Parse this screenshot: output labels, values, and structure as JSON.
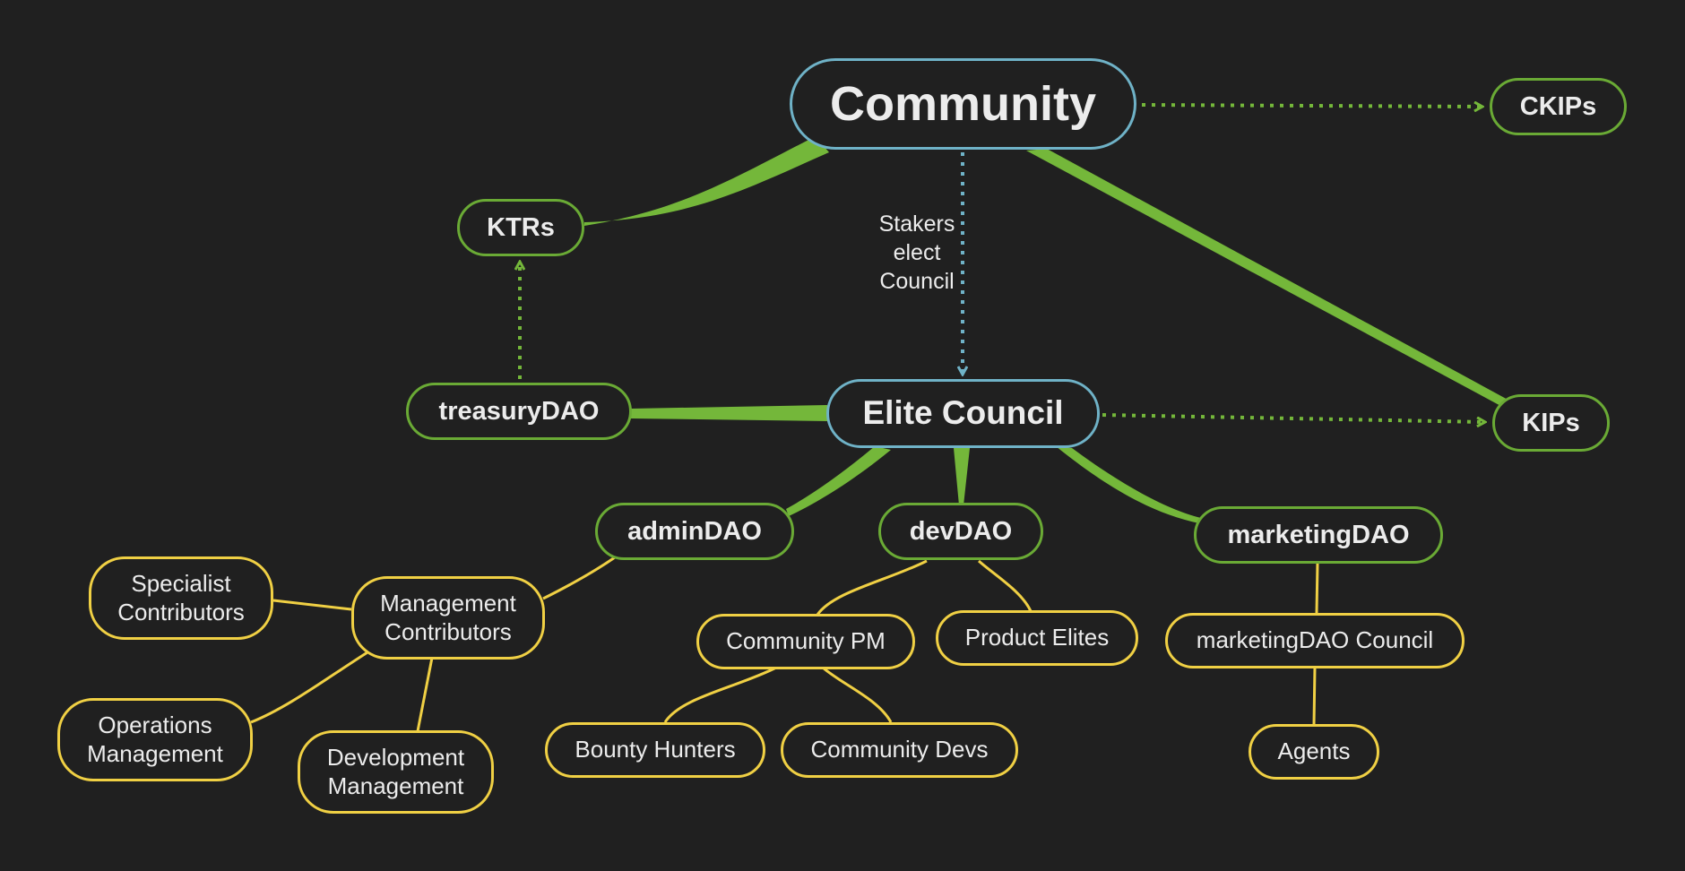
{
  "colors": {
    "background": "#202020",
    "governance_edge": "#74b73a",
    "election_edge": "#6fb2c7",
    "team_edge": "#f0d044",
    "text": "#ececec"
  },
  "nodes": {
    "community": "Community",
    "ckips": "CKIPs",
    "ktrs": "KTRs",
    "elite_council": "Elite Council",
    "kips": "KIPs",
    "treasury_dao": "treasuryDAO",
    "admin_dao": "adminDAO",
    "dev_dao": "devDAO",
    "marketing_dao": "marketingDAO",
    "specialist_contributors": "Specialist\nContributors",
    "management_contributors": "Management\nContributors",
    "operations_management": "Operations\nManagement",
    "development_management": "Development\nManagement",
    "community_pm": "Community PM",
    "product_elites": "Product Elites",
    "bounty_hunters": "Bounty Hunters",
    "community_devs": "Community Devs",
    "marketing_dao_council": "marketingDAO Council",
    "agents": "Agents"
  },
  "edge_labels": {
    "stakers_elect_council": "Stakers\nelect\nCouncil"
  }
}
